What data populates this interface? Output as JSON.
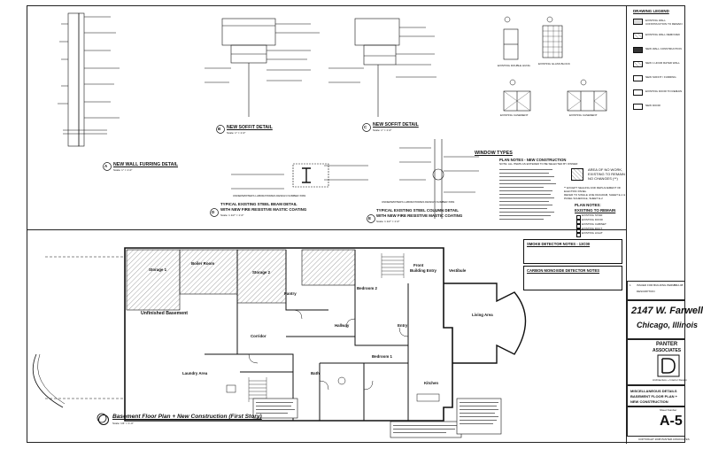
{
  "details": {
    "a": {
      "letter": "A",
      "title": "NEW WALL FURRING DETAIL",
      "scale": "Scale: 1\" = 1'-0\""
    },
    "b": {
      "letter": "B",
      "title": "NEW SOFFIT DETAIL",
      "scale": "Scale: 1\" = 1'-0\""
    },
    "c": {
      "letter": "C",
      "title": "NEW SOFFIT DETAIL",
      "scale": "Scale: 1\" = 1'-0\""
    },
    "d": {
      "letter": "D",
      "title_l1": "TYPICAL EXISTING STEEL BEAM DETAIL",
      "title_l2": "WITH NEW FIRE RESISTIVE MASTIC COATING",
      "scale": "Scale: 1 1/2\" = 1'-0\""
    },
    "e": {
      "letter": "E",
      "title_l1": "TYPICAL EXISTING STEEL COLUMN DETAIL",
      "title_l2": "WITH NEW FIRE RESISTIVE MASTIC COATING",
      "scale": "Scale: 1 1/2\" = 1'-0\""
    }
  },
  "ul_caption": "UNDERWRITERS LABORATORIES DESIGN NUMBER X681",
  "window": {
    "types_title": "WINDOW TYPES",
    "existing_double_hung": "EXISTING DOUBLE HUNG",
    "existing_glass_block": "EXISTING GLASS BLOCK",
    "existing_casement": "EXISTING CASEMENT",
    "new_casement": "EXISTING CASEMENT"
  },
  "plan_notes_new": {
    "title": "PLAN NOTES - NEW CONSTRUCTION",
    "sub": "NOTE: ALL ITEMS AS ENTERED TO BE SELECTED BY OWNER"
  },
  "plan_notes_existing": {
    "title": "PLAN NOTES:",
    "sub": "EXISTING TO REMAIN",
    "items": [
      "EXISTING STAIR",
      "EXISTING DOOR",
      "EXISTING CABINET",
      "EXISTING DUCT",
      "EXISTING LIGHT"
    ]
  },
  "area_note": "AREA OF NO WORK, EXISTING TO REMAIN NO CHANGES (**)",
  "except_note": "** EXCEPT SEALING AND REPLACEMENT OF ELECTRIC PANEL",
  "refer_note": "REFER TO SINGLE LINE DIAGRAM, SHEET E-1 & PANEL SCHEDULE, SHEET E-2",
  "legend": {
    "title": "DRAWING LEGEND",
    "items": [
      "EXISTING WALL CONSTRUCTION TO REMAIN",
      "EXISTING WALL REMOVED",
      "NEW WALL CONSTRUCTION",
      "NEW 1 HOUR RATED WALL",
      "NEW SOFFIT / FURRING",
      "EXISTING DOOR TO REMAIN",
      "NEW DOOR"
    ]
  },
  "smoke_notes": {
    "title": "SMOKE DETECTOR NOTES - 13C00"
  },
  "co_notes": {
    "title": "CARBON MONOXIDE DETECTOR NOTES"
  },
  "plan": {
    "title": "Basement Floor Plan + New Construction (First Story)",
    "scale": "Scale: 1/4\" = 1'-0\""
  },
  "rooms": {
    "boiler": "Boiler Room",
    "storage1": "Storage 1",
    "storage2": "Storage 2",
    "bedroom2": "Bedroom 2",
    "front": "Front",
    "building_entry": "Building Entry",
    "vestibule": "Vestibule",
    "living": "Living Area",
    "unfinished": "Unfinished Basement",
    "laundry": "Laundry Area",
    "hallway": "Hallway",
    "entry": "Entry",
    "bedroom1": "Bedroom 1",
    "kitchen": "Kitchen",
    "corridor": "Corridor",
    "pantry": "Pantry",
    "bath": "Bath"
  },
  "revision": {
    "num": "1",
    "desc": "ISSUED FOR BUILDING PERMIT",
    "date": "5-12-08",
    "header": "DESCRIPTION"
  },
  "project": {
    "street": "2147 W. Farwell",
    "city": "Chicago, Illinois"
  },
  "firm": {
    "name_l1": "PANTER",
    "name_l2": "ASSOCIATES",
    "sub": "Architecture + Interior Design"
  },
  "sheet_title": {
    "l1": "MISCELLANEOUS DETAILS",
    "l2": "BASEMENT FLOOR PLAN +",
    "l3": "NEW CONSTRUCTION"
  },
  "sheet_number": {
    "label": "Sheet Number",
    "value": "A-5"
  },
  "footer": "COPYRIGHT 2008 PANTER ASSOCIATES"
}
